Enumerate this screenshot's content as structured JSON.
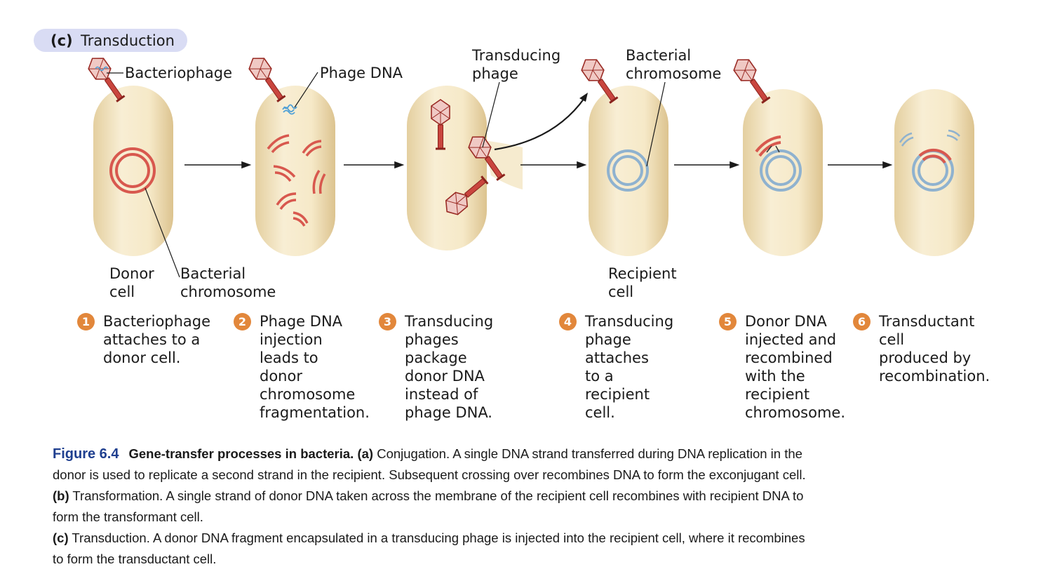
{
  "panel": {
    "letter": "(c)",
    "title": "Transduction"
  },
  "labels": {
    "bacteriophage": "Bacteriophage",
    "phage_dna": "Phage DNA",
    "transducing_phage": "Transducing\nphage",
    "bacterial_chromosome_top": "Bacterial\nchromosome",
    "donor_cell": "Donor\ncell",
    "bacterial_chromosome_bottom": "Bacterial\nchromosome",
    "recipient_cell": "Recipient\ncell"
  },
  "steps": [
    {
      "num": "1",
      "text": "Bacteriophage\nattaches to a\ndonor cell."
    },
    {
      "num": "2",
      "text": "Phage DNA\ninjection\nleads to\ndonor\nchromosome\nfragmentation."
    },
    {
      "num": "3",
      "text": "Transducing\nphages package\ndonor DNA\ninstead of\nphage DNA."
    },
    {
      "num": "4",
      "text": "Transducing\nphage attaches\nto a recipient\ncell."
    },
    {
      "num": "5",
      "text": "Donor DNA\ninjected and\nrecombined\nwith the\nrecipient\nchromosome."
    },
    {
      "num": "6",
      "text": "Transductant cell\nproduced by\nrecombination."
    }
  ],
  "caption": {
    "figure_number": "Figure 6.4",
    "title": "Gene-transfer processes in bacteria.",
    "a_label": "(a)",
    "a_text": " Conjugation. A single DNA strand transferred during DNA replication in the donor is used to replicate a second strand in the recipient. Subsequent crossing over recombines DNA to form the exconjugant cell. ",
    "b_label": "(b)",
    "b_text": " Transformation. A single strand of donor DNA taken across the membrane of the recipient cell recombines with recipient DNA to form the transformant cell. ",
    "c_label": "(c)",
    "c_text": " Transduction. A donor DNA fragment encapsulated in a transducing phage is injected into the recipient cell, where it recombines to form the transductant cell."
  },
  "colors": {
    "cell_fill": "#f3e6c4",
    "donor_dna": "#d8584e",
    "recipient_dna": "#8fb2cf",
    "phage_dna": "#4d9fd6",
    "step_badge": "#e2873b",
    "panel_tag": "#d9dcf4",
    "figure_number": "#1f3f8f"
  }
}
